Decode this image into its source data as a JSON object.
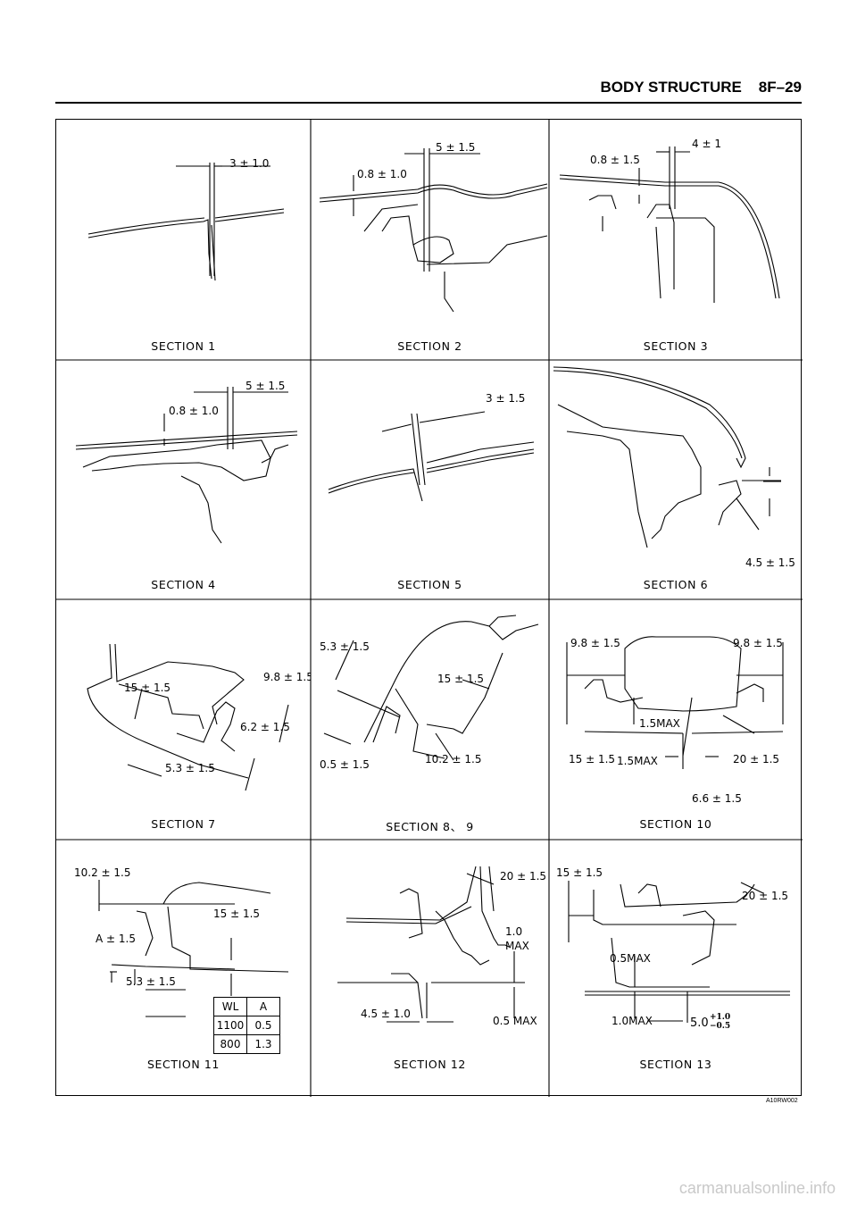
{
  "header": {
    "title": "BODY STRUCTURE",
    "page": "8F–29"
  },
  "sections": {
    "s1": {
      "caption": "SECTION 1",
      "dims": [
        "3 ± 1.0"
      ]
    },
    "s2": {
      "caption": "SECTION 2",
      "dims": [
        "5 ± 1.5",
        "0.8 ± 1.0"
      ]
    },
    "s3": {
      "caption": "SECTION 3",
      "dims": [
        "4 ± 1",
        "0.8 ± 1.5"
      ]
    },
    "s4": {
      "caption": "SECTION 4",
      "dims": [
        "5 ± 1.5",
        "0.8 ± 1.0"
      ]
    },
    "s5": {
      "caption": "SECTION 5",
      "dims": [
        "3 ± 1.5"
      ]
    },
    "s6": {
      "caption": "SECTION 6",
      "dims": [
        "4.5 ± 1.5"
      ]
    },
    "s7": {
      "caption": "SECTION 7",
      "dims": [
        "9.8 ± 1.5",
        "15 ± 1.5",
        "6.2 ± 1.5",
        "5.3 ± 1.5"
      ]
    },
    "s8": {
      "caption": "SECTION 8、 9",
      "dims": [
        "5.3 ± 1.5",
        "15 ± 1.5",
        "0.5 ± 1.5",
        "10.2 ± 1.5"
      ]
    },
    "s10": {
      "caption": "SECTION 10",
      "dims": [
        "9.8 ± 1.5",
        "9.8 ± 1.5",
        "1.5MAX",
        "15 ± 1.5",
        "1.5MAX",
        "20 ± 1.5",
        "6.6 ± 1.5"
      ]
    },
    "s11": {
      "caption": "SECTION 11",
      "dims": [
        "10.2 ± 1.5",
        "15 ± 1.5",
        "A ± 1.5",
        "5.3 ± 1.5"
      ],
      "table": {
        "headers": [
          "WL",
          "A"
        ],
        "rows": [
          [
            "1100",
            "0.5"
          ],
          [
            "800",
            "1.3"
          ]
        ]
      }
    },
    "s12": {
      "caption": "SECTION 12",
      "dims": [
        "20 ± 1.5",
        "1.0",
        "MAX",
        "4.5 ± 1.0",
        "0.5 MAX"
      ]
    },
    "s13": {
      "caption": "SECTION 13",
      "dims": [
        "15 ± 1.5",
        "20 ± 1.5",
        "0.5MAX",
        "1.0MAX",
        "5.0"
      ],
      "tol_plus": "+1.0",
      "tol_minus": "−0.5"
    }
  },
  "figure_code": "A10RW002",
  "watermark": "carmanualsonline.info"
}
